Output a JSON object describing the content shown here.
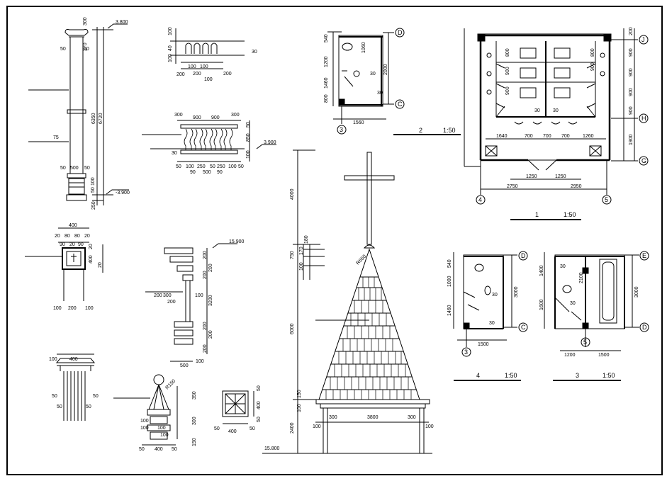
{
  "column": {
    "top_dims": [
      "300",
      "270",
      "50",
      "50"
    ],
    "level_top": "3.800",
    "shaft_mid": "75",
    "bottom_dims": [
      "50",
      "500",
      "50",
      "100",
      "50"
    ],
    "total_height": "6350",
    "overall_height": "6720",
    "base_dim": "250",
    "level_bottom": "-3.900"
  },
  "baluster_top": {
    "dims": [
      "100",
      "40",
      "100",
      "30",
      "200",
      "100",
      "100",
      "200",
      "200",
      "100"
    ]
  },
  "railing": {
    "top_dims": [
      "300",
      "900",
      "900",
      "300"
    ],
    "side_dims": [
      "50",
      "850",
      "100"
    ],
    "level": "3.900",
    "left_dim": "30",
    "bottom_dims": [
      "50",
      "100",
      "250",
      "50",
      "250",
      "100",
      "50",
      "90",
      "500",
      "90"
    ]
  },
  "post_section": {
    "top": "400",
    "dims_a": [
      "20",
      "80",
      "80",
      "20"
    ],
    "dims_b": [
      "90",
      "20",
      "90"
    ],
    "side": [
      "20",
      "400",
      "20"
    ],
    "bottom": [
      "100",
      "200",
      "100"
    ]
  },
  "cornice": {
    "level": "15.900",
    "dims_right": [
      "200",
      "200",
      "200",
      "3200",
      "200",
      "200",
      "200"
    ],
    "dims_left": [
      "200",
      "300",
      "200",
      "100"
    ],
    "bottom": [
      "500",
      "100"
    ]
  },
  "column_base": {
    "top": "400",
    "left": [
      "100",
      "50",
      "50"
    ],
    "right": [
      "50",
      "50"
    ]
  },
  "finial": {
    "dia": "R150",
    "dims": [
      "350",
      "300",
      "150",
      "100",
      "100",
      "100",
      "100"
    ],
    "bottom": [
      "50",
      "400",
      "50"
    ]
  },
  "vent": {
    "dims": [
      "50",
      "400",
      "50"
    ],
    "side": [
      "50",
      "400",
      "50"
    ]
  },
  "spire": {
    "cross_height": "4000",
    "dims_mid": [
      "750",
      "180",
      "170",
      "100"
    ],
    "radius": "R650",
    "roof_height": "6000",
    "base_dims": [
      "150",
      "100",
      "2400"
    ],
    "span": [
      "300",
      "3800",
      "300"
    ],
    "side_dims": [
      "100",
      "100"
    ],
    "level": "15.800"
  },
  "plan_2": {
    "number": "2",
    "scale": "1:50",
    "dims_left": [
      "540",
      "1200",
      "1460",
      "800"
    ],
    "dims_mid": [
      "1060",
      "2000",
      "30",
      "30"
    ],
    "axis_right": [
      "D",
      "C"
    ],
    "axis_bottom": "3",
    "width": "1560"
  },
  "plan_1": {
    "number": "1",
    "scale": "1:50",
    "axis_right": [
      "J",
      "H",
      "G"
    ],
    "dims_right": [
      "200",
      "900",
      "900",
      "900",
      "900",
      "1900"
    ],
    "dims_inner": [
      "800",
      "900",
      "900",
      "900",
      "800"
    ],
    "dims_bottom_a": [
      "1640",
      "700",
      "700",
      "700",
      "1260"
    ],
    "dims_bottom_b": [
      "1250",
      "1250"
    ],
    "dims_bottom_c": [
      "2750",
      "2950"
    ],
    "axis_bottom": [
      "4",
      "5"
    ],
    "mid": [
      "30",
      "30"
    ]
  },
  "plan_4": {
    "number": "4",
    "scale": "1:50",
    "axis_right": [
      "D",
      "C"
    ],
    "axis_bottom": "3",
    "dims_left": [
      "540",
      "1000",
      "1460"
    ],
    "dims_inner": [
      "30",
      "30"
    ],
    "height": "3000",
    "width": "1500"
  },
  "plan_3": {
    "number": "3",
    "scale": "1:50",
    "axis_right": [
      "E",
      "D"
    ],
    "axis_bottom": "5",
    "dims_left": [
      "1400",
      "1600"
    ],
    "dims_inner": [
      "30",
      "30",
      "2100"
    ],
    "height": "3000",
    "width": [
      "1200",
      "1500"
    ]
  }
}
